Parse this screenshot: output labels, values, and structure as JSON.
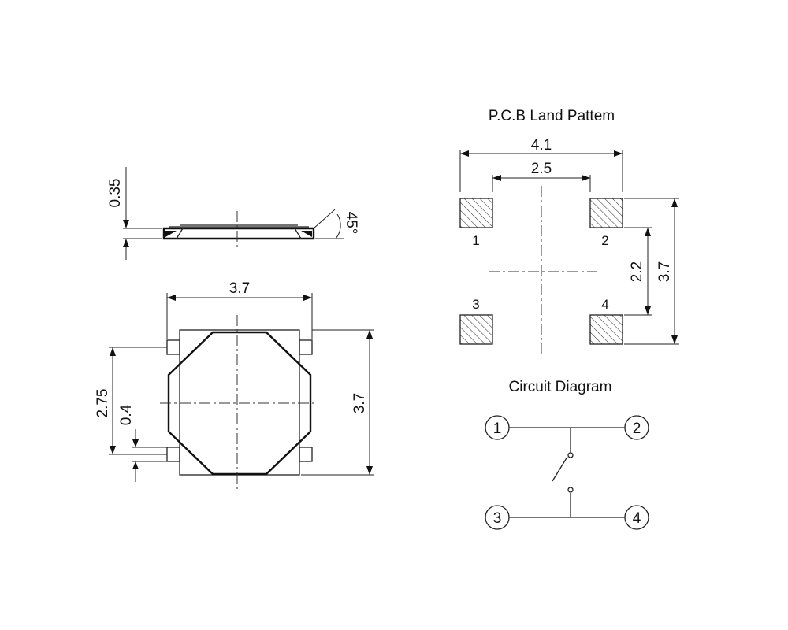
{
  "side_view": {
    "thickness_label": "0.35",
    "angle_label": "45°"
  },
  "top_view": {
    "width_label": "3.7",
    "height_label": "3.7",
    "pin_pitch_label": "2.75",
    "pin_width_label": "0.4"
  },
  "pcb": {
    "title": "P.C.B Land Pattem",
    "outer_width_label": "4.1",
    "inner_width_label": "2.5",
    "inner_height_label": "2.2",
    "outer_height_label": "3.7",
    "pads": [
      {
        "label": "1"
      },
      {
        "label": "2"
      },
      {
        "label": "3"
      },
      {
        "label": "4"
      }
    ]
  },
  "circuit": {
    "title": "Circuit Diagram",
    "terminals": [
      {
        "label": "1"
      },
      {
        "label": "2"
      },
      {
        "label": "3"
      },
      {
        "label": "4"
      }
    ]
  },
  "colors": {
    "line": "#222222",
    "background": "#ffffff"
  }
}
